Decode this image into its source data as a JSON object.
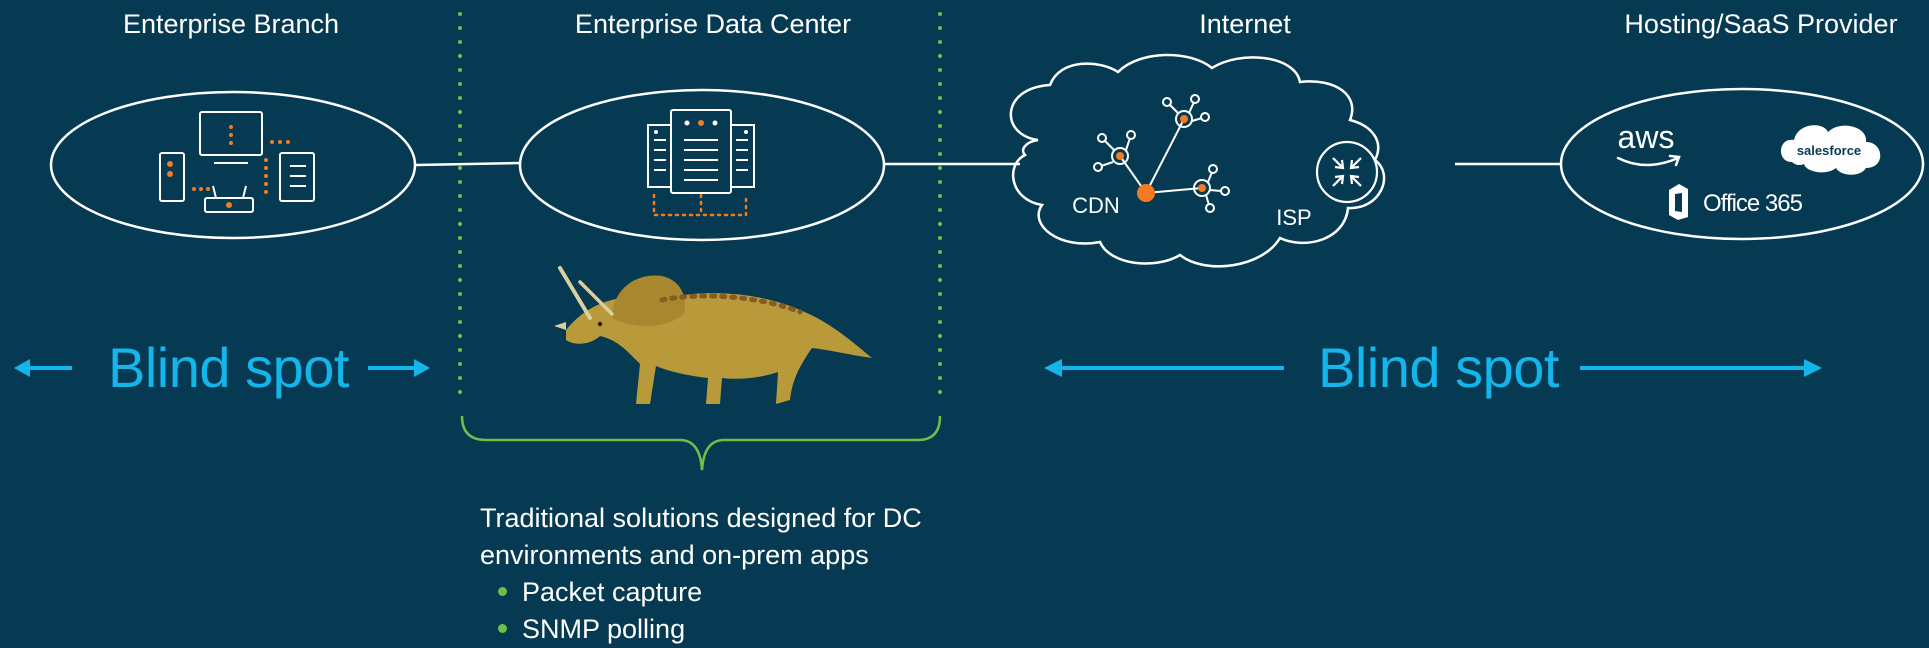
{
  "headings": {
    "branch": "Enterprise Branch",
    "datacenter": "Enterprise Data Center",
    "internet": "Internet",
    "provider": "Hosting/SaaS Provider"
  },
  "cloud_labels": {
    "cdn": "CDN",
    "isp": "ISP"
  },
  "provider_logos": {
    "aws": "aws",
    "salesforce": "salesforce",
    "office365": "Office 365"
  },
  "blind_spots": {
    "left": "Blind spot",
    "right": "Blind spot"
  },
  "description": {
    "line1": "Traditional solutions designed for DC",
    "line2": "environments and on-prem apps",
    "bullets": [
      "Packet capture",
      "SNMP polling"
    ]
  },
  "colors": {
    "background": "#053a52",
    "accent_blue": "#13b5ea",
    "accent_orange": "#f47b20",
    "accent_green": "#6cc04a"
  }
}
